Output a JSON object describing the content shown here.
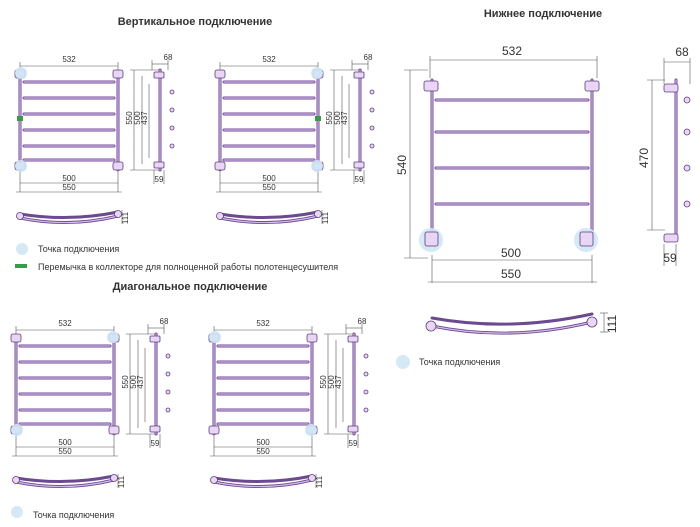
{
  "titles": {
    "vertical": "Вертикальное подключение",
    "bottom": "Нижнее подключение",
    "diagonal": "Диагональное подключение"
  },
  "dims": {
    "width_top": "532",
    "width_bottom_inner": "500",
    "width_bottom_outer": "550",
    "height_total": "550",
    "height_mid": "500",
    "height_inner": "437",
    "depth": "68",
    "side_offset": "59",
    "curve_depth": "111",
    "bottom_height": "540",
    "bottom_side_height": "470"
  },
  "legend": {
    "connection_point": "Точка подключения",
    "jumper": "Перемычка в коллекторе для полноценной работы полотенцесушителя"
  },
  "colors": {
    "connection": "#cfe6f5",
    "jumper": "#3a9a4a",
    "tube": "#6b4a8f"
  }
}
